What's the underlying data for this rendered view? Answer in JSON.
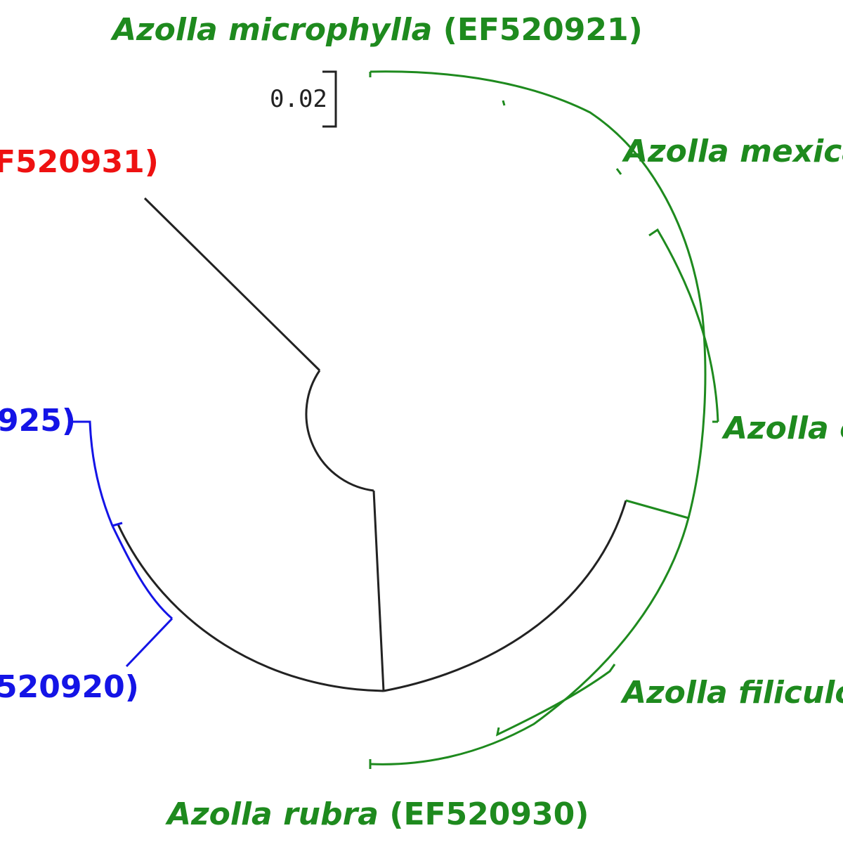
{
  "colors": {
    "green": "#1e8a1e",
    "blue": "#1414e6",
    "red": "#ee1111",
    "black": "#222222"
  },
  "scale_bar": {
    "label": "0.02"
  },
  "taxa": [
    {
      "id": "microphylla",
      "genus": "Azolla",
      "species": "microphylla",
      "accession": "(EF520921)",
      "clade": "green"
    },
    {
      "id": "mexicana",
      "genus": "Azolla",
      "species": "mexica",
      "accession": "",
      "clade": "green"
    },
    {
      "id": "caroliniana",
      "genus": "Azolla",
      "species": "c",
      "accession": "",
      "clade": "green"
    },
    {
      "id": "filiculoides",
      "genus": "Azolla",
      "species": "filiculoi",
      "accession": "",
      "clade": "green"
    },
    {
      "id": "rubra",
      "genus": "Azolla",
      "species": "rubra",
      "accession": "(EF520930)",
      "clade": "green"
    },
    {
      "id": "outgroup",
      "genus": "",
      "species": "",
      "accession": "F520931)",
      "clade": "red"
    },
    {
      "id": "blue-upper",
      "genus": "",
      "species": "",
      "accession": "925)",
      "clade": "blue"
    },
    {
      "id": "blue-lower",
      "genus": "",
      "species": "",
      "accession": "520920)",
      "clade": "blue"
    }
  ]
}
